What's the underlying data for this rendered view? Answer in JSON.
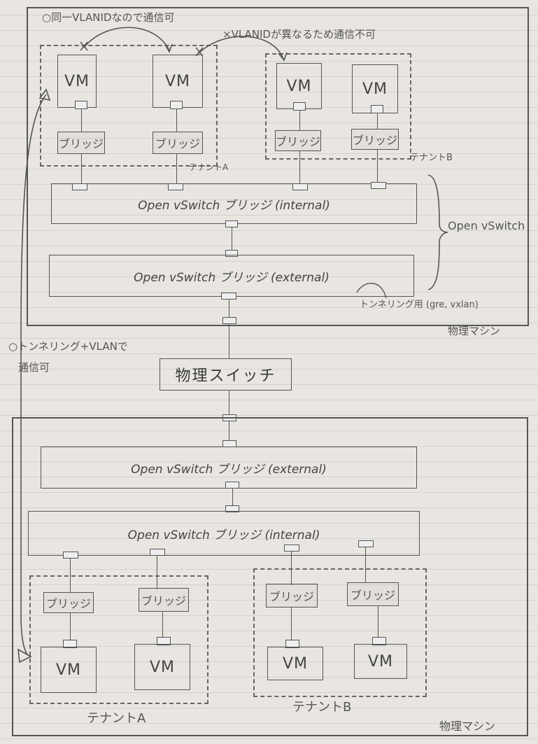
{
  "top_machine": {
    "label": "物理マシン",
    "note_same_vlan": "○同一VLANIDなので通信可",
    "note_diff_vlan": "×VLANIDが異なるため通信不可",
    "tenant_a_label": "テナントA",
    "tenant_b_label": "テナントB",
    "vms": [
      "VM",
      "VM",
      "VM",
      "VM"
    ],
    "bridges": [
      "ブリッジ",
      "ブリッジ",
      "ブリッジ",
      "ブリッジ"
    ],
    "ovs_internal": "Open vSwitch ブリッジ (internal)",
    "ovs_external": "Open vSwitch ブリッジ (external)",
    "ovs_group_label": "Open vSwitch",
    "tunnel_label": "トンネリング用 (gre, vxlan)"
  },
  "physical_switch": "物理スイッチ",
  "note_tunnel_vlan_line1": "○トンネリング+VLANで",
  "note_tunnel_vlan_line2": "通信可",
  "bottom_machine": {
    "label": "物理マシン",
    "ovs_external": "Open vSwitch ブリッジ (external)",
    "ovs_internal": "Open vSwitch ブリッジ (internal)",
    "bridges": [
      "ブリッジ",
      "ブリッジ",
      "ブリッジ",
      "ブリッジ"
    ],
    "vms": [
      "VM",
      "VM",
      "VM",
      "VM"
    ],
    "tenant_a_label": "テナントA",
    "tenant_b_label": "テナントB"
  }
}
